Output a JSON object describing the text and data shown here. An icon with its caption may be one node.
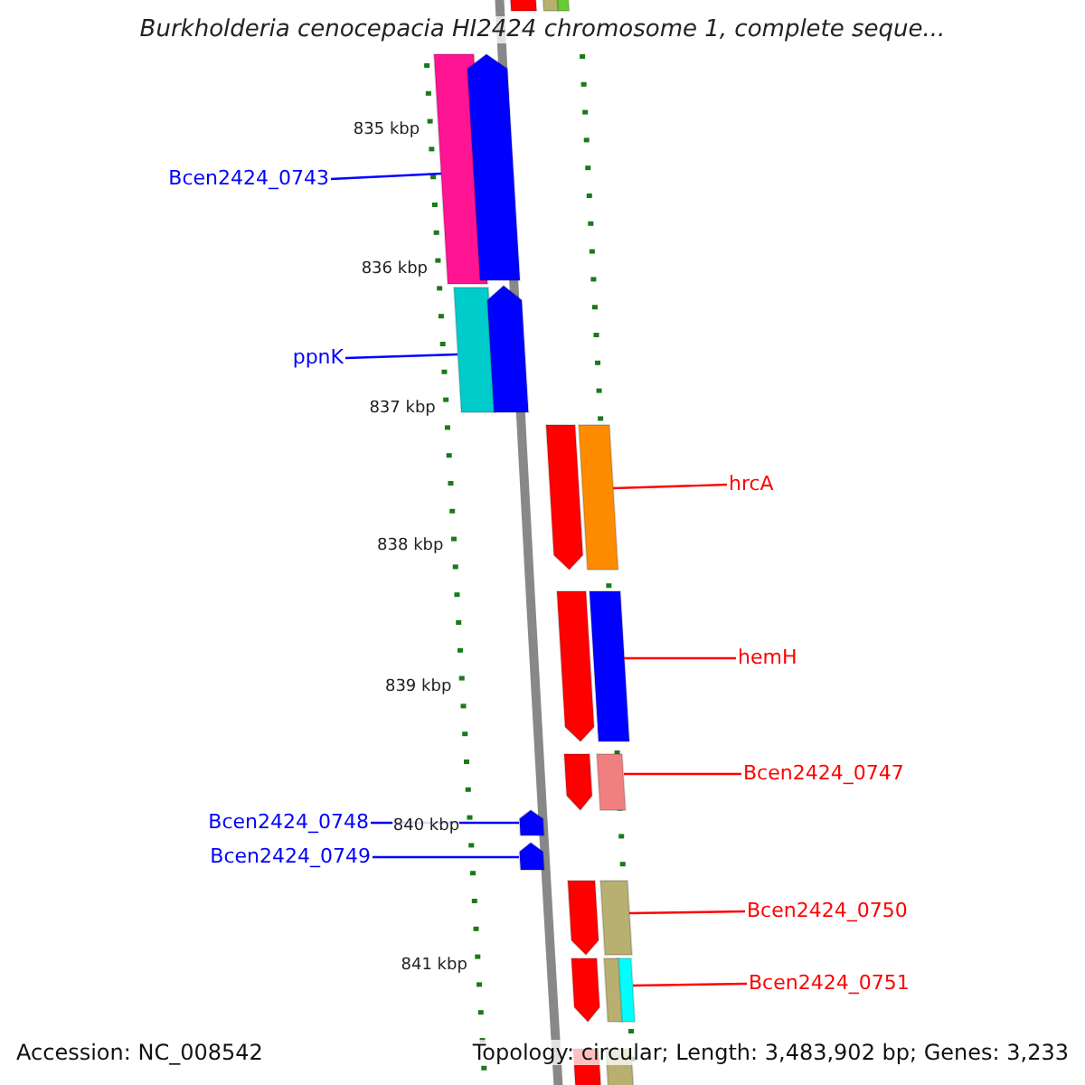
{
  "diagram": {
    "title": "Burkholderia cenocepacia HI2424 chromosome 1, complete seque...",
    "nodes": [
      {
        "text": [
          "Bcen2424_0743"
        ]
      },
      {
        "text": [],
        "shape": "bar"
      },
      {
        "text": [
          "ppnK"
        ]
      },
      {
        "text": [],
        "shape": "bar"
      },
      {
        "text": [
          "hrcA"
        ]
      },
      {
        "text": [],
        "shape": "bar"
      },
      {
        "text": [
          "hemH"
        ]
      },
      {
        "text": [],
        "shape": "bar"
      },
      {
        "text": [
          "Bcen2424_0747"
        ]
      },
      {
        "text": [],
        "shape": "bar"
      },
      {
        "text": [
          "Bcen2424_0748"
        ]
      },
      {
        "text": [],
        "shape": "bar"
      },
      {
        "text": [
          "Bcen2424_0749"
        ]
      },
      {
        "text": [],
        "shape": "bar"
      },
      {
        "text": [
          "Bcen2424_0750"
        ]
      },
      {
        "text": [],
        "shape": "bar"
      },
      {
        "text": [
          "Bcen2424_0751"
        ]
      },
      {
        "text": [],
        "shape": "bar"
      },
      {
        "text": [],
        "shape": "bar"
      },
      {
        "text": [],
        "shape": "bar"
      },
      {
        "text": [],
        "shape": "bar"
      },
      {
        "text": [],
        "shape": "bar"
      },
      {
        "text": [],
        "shape": "bar"
      },
      {
        "text": [],
        "shape": "bar"
      },
      {
        "text": [],
        "shape": "bar"
      },
      {
        "text": [],
        "shape": "bar"
      },
      {
        "text": [],
        "shape": "bar"
      },
      {
        "text": [],
        "shape": "bar"
      },
      {
        "text": [],
        "shape": "bar"
      },
      {
        "text": [],
        "shape": "bar"
      },
      {
        "text": [],
        "shape": "bar"
      }
    ],
    "edges": [
      {
        "from": 0,
        "to": 1,
        "arrow": "none",
        "color": "#0000ff"
      },
      {
        "from": 2,
        "to": 3,
        "arrow": "none",
        "color": "#0000ff"
      },
      {
        "from": 4,
        "to": 5,
        "arrow": "none"
      },
      {
        "from": 6,
        "to": 7,
        "arrow": "none"
      },
      {
        "from": 8,
        "to": 9,
        "arrow": "none"
      },
      {
        "from": 10,
        "to": 11,
        "arrow": "none",
        "color": "#0000ff"
      },
      {
        "from": 12,
        "to": 13,
        "arrow": "none",
        "color": "#0000ff"
      },
      {
        "from": 14,
        "to": 15,
        "arrow": "none"
      },
      {
        "from": 16,
        "to": 17,
        "arrow": "none"
      }
    ],
    "labels": [
      "835 kbp",
      "836 kbp",
      "837 kbp",
      "838 kbp",
      "839 kbp",
      "840 kbp",
      "841 kbp",
      "Accession: NC_008542",
      "Topology: circular; Length: 3,483,902 bp; Genes: 3,233"
    ]
  }
}
